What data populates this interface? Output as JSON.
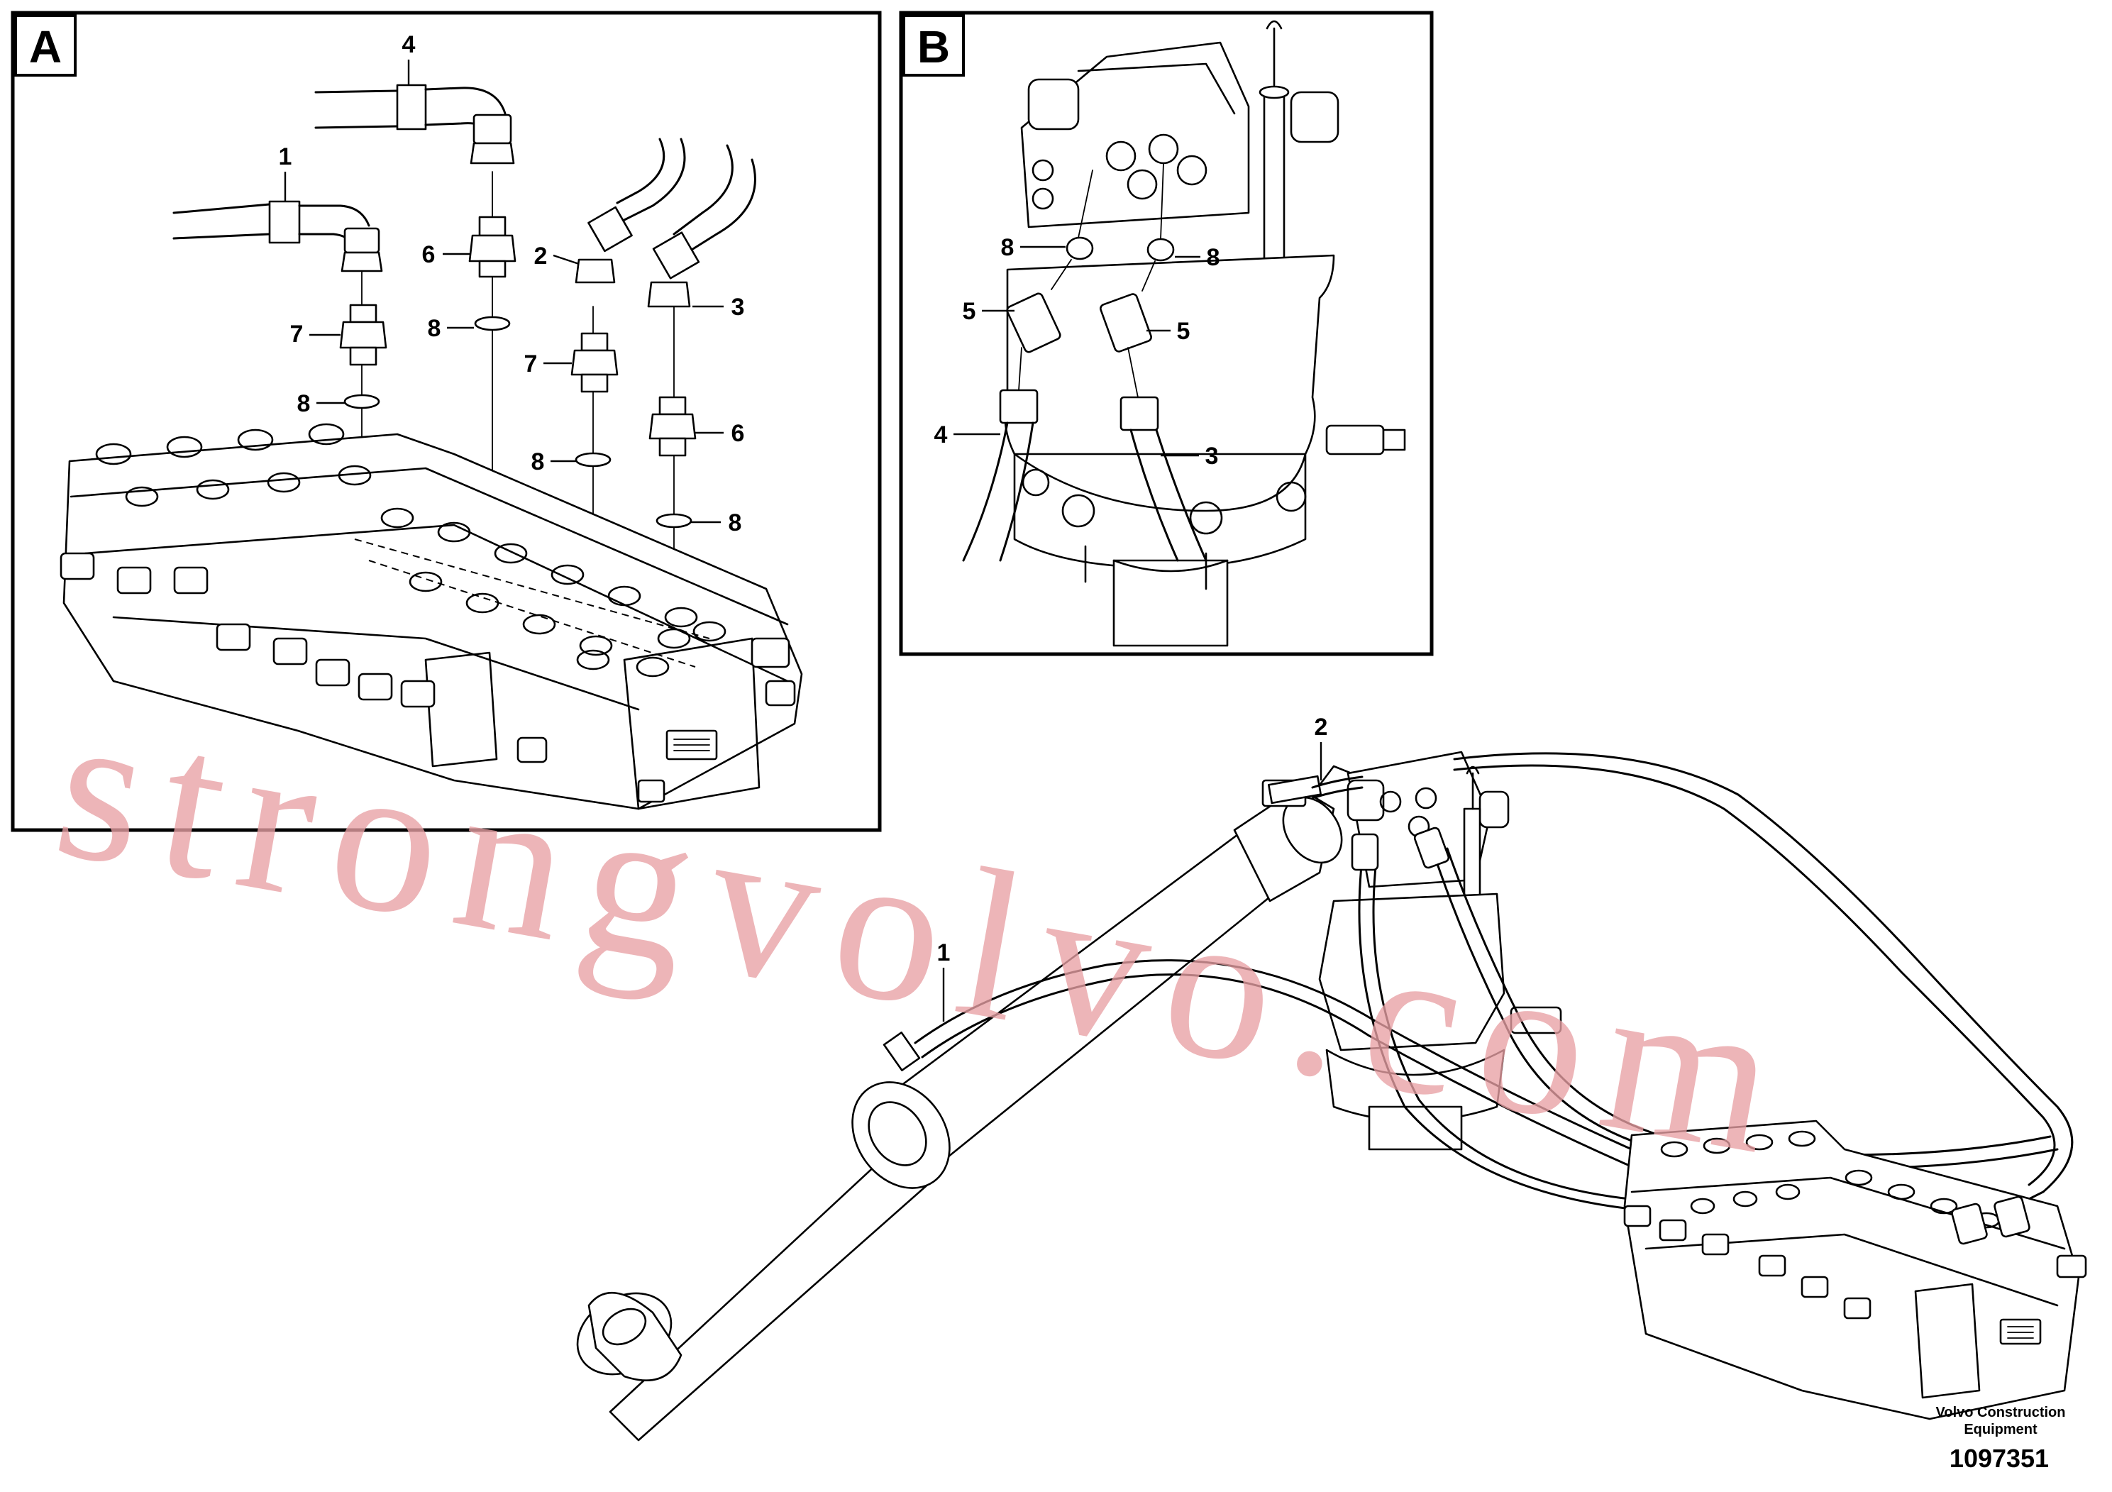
{
  "panels": [
    {
      "letter": "A"
    },
    {
      "letter": "B"
    }
  ],
  "callouts": {
    "panel_a": [
      "4",
      "1",
      "6",
      "8",
      "2",
      "3",
      "7",
      "8",
      "7",
      "8",
      "6",
      "8"
    ],
    "panel_b": [
      "8",
      "8",
      "5",
      "5",
      "4",
      "3"
    ],
    "main": [
      "2",
      "1"
    ]
  },
  "watermark": "strongvolvo.com",
  "credit": {
    "line1": "Volvo Construction",
    "line2": "Equipment",
    "number": "1097351"
  }
}
